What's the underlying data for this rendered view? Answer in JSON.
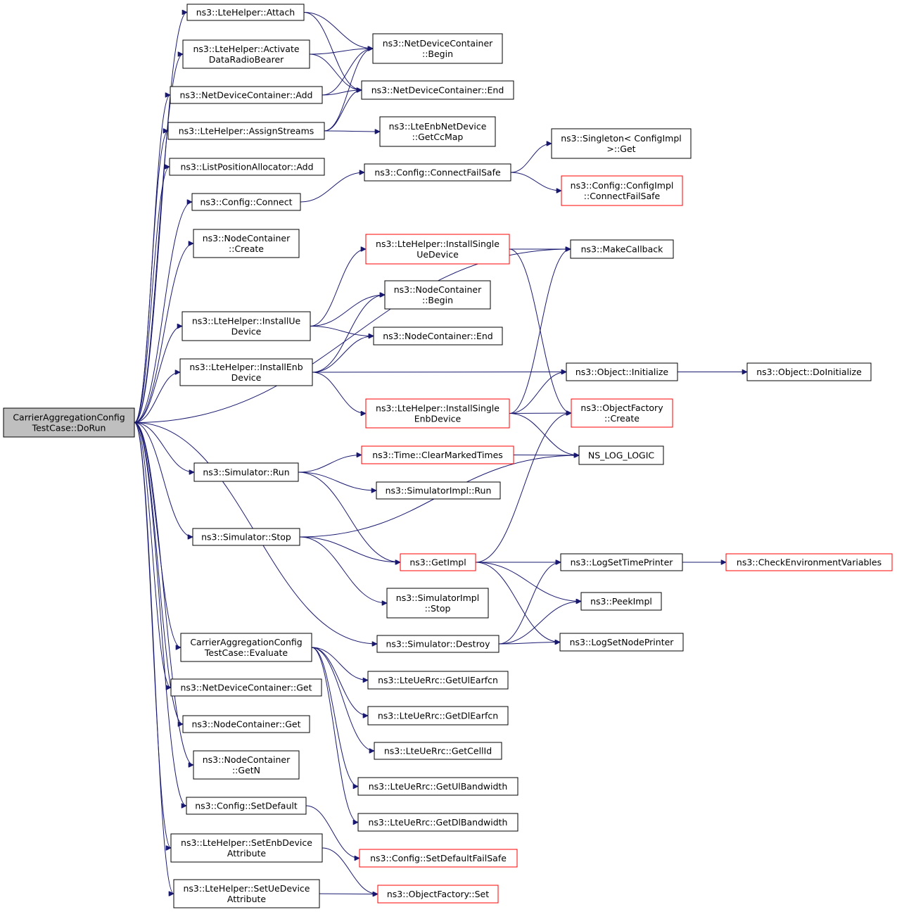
{
  "graph": {
    "nodes": [
      {
        "id": "root",
        "lines": [
          "CarrierAggregationConfig",
          "TestCase::DoRun"
        ],
        "style": "root"
      },
      {
        "id": "attach",
        "lines": [
          "ns3::LteHelper::Attach"
        ],
        "style": "normal"
      },
      {
        "id": "activate",
        "lines": [
          "ns3::LteHelper::Activate",
          "DataRadioBearer"
        ],
        "style": "normal"
      },
      {
        "id": "ndc_add",
        "lines": [
          "ns3::NetDeviceContainer::Add"
        ],
        "style": "normal"
      },
      {
        "id": "assign",
        "lines": [
          "ns3::LteHelper::AssignStreams"
        ],
        "style": "normal"
      },
      {
        "id": "lpa_add",
        "lines": [
          "ns3::ListPositionAllocator::Add"
        ],
        "style": "normal"
      },
      {
        "id": "connect",
        "lines": [
          "ns3::Config::Connect"
        ],
        "style": "normal"
      },
      {
        "id": "nc_create",
        "lines": [
          "ns3::NodeContainer",
          "::Create"
        ],
        "style": "normal"
      },
      {
        "id": "install_ue",
        "lines": [
          "ns3::LteHelper::InstallUe",
          "Device"
        ],
        "style": "normal"
      },
      {
        "id": "install_enb",
        "lines": [
          "ns3::LteHelper::InstallEnb",
          "Device"
        ],
        "style": "normal"
      },
      {
        "id": "sim_run",
        "lines": [
          "ns3::Simulator::Run"
        ],
        "style": "normal"
      },
      {
        "id": "sim_stop",
        "lines": [
          "ns3::Simulator::Stop"
        ],
        "style": "normal"
      },
      {
        "id": "evaluate",
        "lines": [
          "CarrierAggregationConfig",
          "TestCase::Evaluate"
        ],
        "style": "normal"
      },
      {
        "id": "ndc_get",
        "lines": [
          "ns3::NetDeviceContainer::Get"
        ],
        "style": "normal"
      },
      {
        "id": "nc_get",
        "lines": [
          "ns3::NodeContainer::Get"
        ],
        "style": "normal"
      },
      {
        "id": "nc_getn",
        "lines": [
          "ns3::NodeContainer",
          "::GetN"
        ],
        "style": "normal"
      },
      {
        "id": "set_default",
        "lines": [
          "ns3::Config::SetDefault"
        ],
        "style": "normal"
      },
      {
        "id": "set_enb_attr",
        "lines": [
          "ns3::LteHelper::SetEnbDevice",
          "Attribute"
        ],
        "style": "normal"
      },
      {
        "id": "set_ue_attr",
        "lines": [
          "ns3::LteHelper::SetUeDevice",
          "Attribute"
        ],
        "style": "normal"
      },
      {
        "id": "ndc_begin",
        "lines": [
          "ns3::NetDeviceContainer",
          "::Begin"
        ],
        "style": "normal"
      },
      {
        "id": "ndc_end",
        "lines": [
          "ns3::NetDeviceContainer::End"
        ],
        "style": "normal"
      },
      {
        "id": "get_ccmap",
        "lines": [
          "ns3::LteEnbNetDevice",
          "::GetCcMap"
        ],
        "style": "normal"
      },
      {
        "id": "connect_fs",
        "lines": [
          "ns3::Config::ConnectFailSafe"
        ],
        "style": "normal"
      },
      {
        "id": "singleton_get",
        "lines": [
          "ns3::Singleton< ConfigImpl",
          ">::Get"
        ],
        "style": "normal"
      },
      {
        "id": "configimpl_cfs",
        "lines": [
          "ns3::Config::ConfigImpl",
          "::ConnectFailSafe"
        ],
        "style": "red"
      },
      {
        "id": "install_single_ue",
        "lines": [
          "ns3::LteHelper::InstallSingle",
          "UeDevice"
        ],
        "style": "red"
      },
      {
        "id": "make_callback",
        "lines": [
          "ns3::MakeCallback"
        ],
        "style": "normal"
      },
      {
        "id": "nc_begin",
        "lines": [
          "ns3::NodeContainer",
          "::Begin"
        ],
        "style": "normal"
      },
      {
        "id": "nc_end",
        "lines": [
          "ns3::NodeContainer::End"
        ],
        "style": "normal"
      },
      {
        "id": "obj_init",
        "lines": [
          "ns3::Object::Initialize"
        ],
        "style": "normal"
      },
      {
        "id": "obj_doinit",
        "lines": [
          "ns3::Object::DoInitialize"
        ],
        "style": "normal"
      },
      {
        "id": "install_single_enb",
        "lines": [
          "ns3::LteHelper::InstallSingle",
          "EnbDevice"
        ],
        "style": "red"
      },
      {
        "id": "of_create",
        "lines": [
          "ns3::ObjectFactory",
          "::Create"
        ],
        "style": "red"
      },
      {
        "id": "clear_marked",
        "lines": [
          "ns3::Time::ClearMarkedTimes"
        ],
        "style": "red"
      },
      {
        "id": "ns_log_logic",
        "lines": [
          "NS_LOG_LOGIC"
        ],
        "style": "normal"
      },
      {
        "id": "simimpl_run",
        "lines": [
          "ns3::SimulatorImpl::Run"
        ],
        "style": "normal"
      },
      {
        "id": "getimpl",
        "lines": [
          "ns3::GetImpl"
        ],
        "style": "red"
      },
      {
        "id": "log_time_printer",
        "lines": [
          "ns3::LogSetTimePrinter"
        ],
        "style": "normal"
      },
      {
        "id": "check_env",
        "lines": [
          "ns3::CheckEnvironmentVariables"
        ],
        "style": "red"
      },
      {
        "id": "simimpl_stop",
        "lines": [
          "ns3::SimulatorImpl",
          "::Stop"
        ],
        "style": "normal"
      },
      {
        "id": "peekimpl",
        "lines": [
          "ns3::PeekImpl"
        ],
        "style": "normal"
      },
      {
        "id": "sim_destroy",
        "lines": [
          "ns3::Simulator::Destroy"
        ],
        "style": "normal"
      },
      {
        "id": "log_node_printer",
        "lines": [
          "ns3::LogSetNodePrinter"
        ],
        "style": "normal"
      },
      {
        "id": "get_ul_earfcn",
        "lines": [
          "ns3::LteUeRrc::GetUlEarfcn"
        ],
        "style": "normal"
      },
      {
        "id": "get_dl_earfcn",
        "lines": [
          "ns3::LteUeRrc::GetDlEarfcn"
        ],
        "style": "normal"
      },
      {
        "id": "get_cellid",
        "lines": [
          "ns3::LteUeRrc::GetCellId"
        ],
        "style": "normal"
      },
      {
        "id": "get_ul_bw",
        "lines": [
          "ns3::LteUeRrc::GetUlBandwidth"
        ],
        "style": "normal"
      },
      {
        "id": "get_dl_bw",
        "lines": [
          "ns3::LteUeRrc::GetDlBandwidth"
        ],
        "style": "normal"
      },
      {
        "id": "set_default_fs",
        "lines": [
          "ns3::Config::SetDefaultFailSafe"
        ],
        "style": "red"
      },
      {
        "id": "of_set",
        "lines": [
          "ns3::ObjectFactory::Set"
        ],
        "style": "red"
      }
    ],
    "edges": [
      [
        "root",
        "attach"
      ],
      [
        "root",
        "activate"
      ],
      [
        "root",
        "ndc_add"
      ],
      [
        "root",
        "assign"
      ],
      [
        "root",
        "lpa_add"
      ],
      [
        "root",
        "connect"
      ],
      [
        "root",
        "nc_create"
      ],
      [
        "root",
        "install_ue"
      ],
      [
        "root",
        "install_enb"
      ],
      [
        "root",
        "sim_run"
      ],
      [
        "root",
        "sim_stop"
      ],
      [
        "root",
        "evaluate"
      ],
      [
        "root",
        "ndc_get"
      ],
      [
        "root",
        "nc_get"
      ],
      [
        "root",
        "nc_getn"
      ],
      [
        "root",
        "set_default"
      ],
      [
        "root",
        "set_enb_attr"
      ],
      [
        "root",
        "set_ue_attr"
      ],
      [
        "root",
        "make_callback"
      ],
      [
        "root",
        "sim_destroy"
      ],
      [
        "attach",
        "ndc_begin"
      ],
      [
        "attach",
        "ndc_end"
      ],
      [
        "activate",
        "ndc_begin"
      ],
      [
        "activate",
        "ndc_end"
      ],
      [
        "ndc_add",
        "ndc_end"
      ],
      [
        "ndc_add",
        "ndc_begin"
      ],
      [
        "assign",
        "get_ccmap"
      ],
      [
        "assign",
        "ndc_begin"
      ],
      [
        "assign",
        "ndc_end"
      ],
      [
        "connect",
        "connect_fs"
      ],
      [
        "connect_fs",
        "singleton_get"
      ],
      [
        "connect_fs",
        "configimpl_cfs"
      ],
      [
        "install_ue",
        "install_single_ue"
      ],
      [
        "install_ue",
        "nc_begin"
      ],
      [
        "install_ue",
        "nc_end"
      ],
      [
        "install_single_ue",
        "make_callback"
      ],
      [
        "install_single_ue",
        "of_create"
      ],
      [
        "install_enb",
        "nc_begin"
      ],
      [
        "install_enb",
        "nc_end"
      ],
      [
        "install_enb",
        "obj_init"
      ],
      [
        "install_enb",
        "install_single_enb"
      ],
      [
        "install_single_enb",
        "make_callback"
      ],
      [
        "install_single_enb",
        "obj_init"
      ],
      [
        "install_single_enb",
        "of_create"
      ],
      [
        "install_single_enb",
        "ns_log_logic"
      ],
      [
        "obj_init",
        "obj_doinit"
      ],
      [
        "sim_run",
        "clear_marked"
      ],
      [
        "sim_run",
        "simimpl_run"
      ],
      [
        "sim_run",
        "getimpl"
      ],
      [
        "clear_marked",
        "ns_log_logic"
      ],
      [
        "sim_stop",
        "ns_log_logic"
      ],
      [
        "sim_stop",
        "getimpl"
      ],
      [
        "sim_stop",
        "simimpl_stop"
      ],
      [
        "getimpl",
        "of_create"
      ],
      [
        "getimpl",
        "log_time_printer"
      ],
      [
        "getimpl",
        "peekimpl"
      ],
      [
        "getimpl",
        "log_node_printer"
      ],
      [
        "log_time_printer",
        "check_env"
      ],
      [
        "sim_destroy",
        "log_time_printer"
      ],
      [
        "sim_destroy",
        "peekimpl"
      ],
      [
        "sim_destroy",
        "log_node_printer"
      ],
      [
        "evaluate",
        "get_ul_earfcn"
      ],
      [
        "evaluate",
        "get_dl_earfcn"
      ],
      [
        "evaluate",
        "get_cellid"
      ],
      [
        "evaluate",
        "get_ul_bw"
      ],
      [
        "evaluate",
        "get_dl_bw"
      ],
      [
        "set_default",
        "set_default_fs"
      ],
      [
        "set_enb_attr",
        "of_set"
      ],
      [
        "set_ue_attr",
        "of_set"
      ]
    ]
  }
}
